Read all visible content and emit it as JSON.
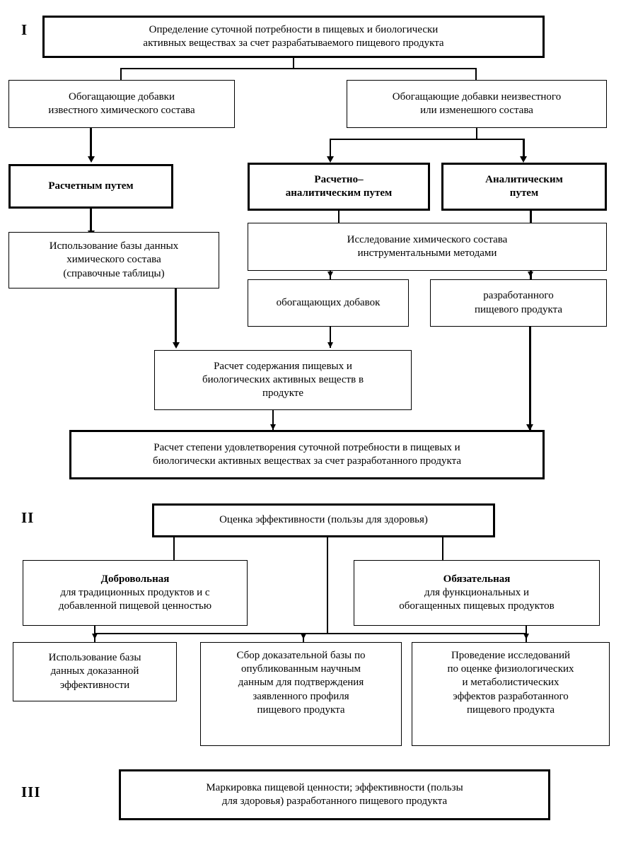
{
  "diagram": {
    "title_lang": "ru",
    "sections": [
      {
        "numeral": "I"
      },
      {
        "numeral": "II"
      },
      {
        "numeral": "III"
      }
    ],
    "nodes": {
      "n1_daily_requirement": {
        "line1": "Определение суточной потребности в пищевых и биологически",
        "line2": "активных веществах за счет разрабатываемого пищевого продукта"
      },
      "n2_known_additives": {
        "line1": "Обогащающие добавки",
        "line2": "известного химического состава"
      },
      "n3_unknown_additives": {
        "line1": "Обогащающие добавки неизвестного",
        "line2": "или изменешюго состава"
      },
      "n4_calculation_method": {
        "line1": "Расчетным путем"
      },
      "n5_calc_analytical_method": {
        "line1": "Расчетно–",
        "line2": "аналитическим путем"
      },
      "n6_analytical_method": {
        "line1": "Аналитическим",
        "line2": "путем"
      },
      "n7_database_use": {
        "line1": "Использование базы данных",
        "line2": "химического состава",
        "line3": "(справочные таблицы)"
      },
      "n8_instrumental_study": {
        "line1": "Исследование химического состава",
        "line2": "инструментальными методами"
      },
      "n9_enriching_additives": {
        "line1": "обогащающих добавок"
      },
      "n10_developed_product": {
        "line1": "разработанного",
        "line2": "пищевого продукта"
      },
      "n11_content_calculation": {
        "line1": "Расчет содержания пищевых и",
        "line2": "биологических активных веществ в",
        "line3": "продукте"
      },
      "n12_satisfaction_degree": {
        "line1": "Расчет степени удовлетворения суточной потребности в пищевых и",
        "line2": "биологически активных веществах за счет разработанного продукта"
      },
      "n13_effectiveness_eval": {
        "line1": "Оценка эффективности (пользы для здоровья)"
      },
      "n14_voluntary": {
        "line1": "Добровольная",
        "line2": "для традиционных продуктов и с",
        "line3": "добавленной пищевой ценностью"
      },
      "n15_mandatory": {
        "line1": "Обязательная",
        "line2": "для функциональных и",
        "line3": "обогащенных пищевых продуктов"
      },
      "n16_proven_database": {
        "line1": "Использование базы",
        "line2": "данных доказанной",
        "line3": "эффективности"
      },
      "n17_evidence_collection": {
        "line1": "Сбор доказательной базы по",
        "line2": "опубликованным научным",
        "line3": "данным для подтверждения",
        "line4": "заявленного профиля",
        "line5": "пищевого продукта"
      },
      "n18_research_conduct": {
        "line1": "Проведение исследований",
        "line2": "по оценке физиологических",
        "line3": "и метаболистических",
        "line4": "эффектов разработанного",
        "line5": "пищевого продукта"
      },
      "n19_labeling": {
        "line1": "Маркировка пищевой ценности; эффективности (пользы",
        "line2": "для здоровья) разработанного пищевого продукта"
      }
    },
    "colors": {
      "stroke": "#000000",
      "background": "#ffffff"
    }
  }
}
